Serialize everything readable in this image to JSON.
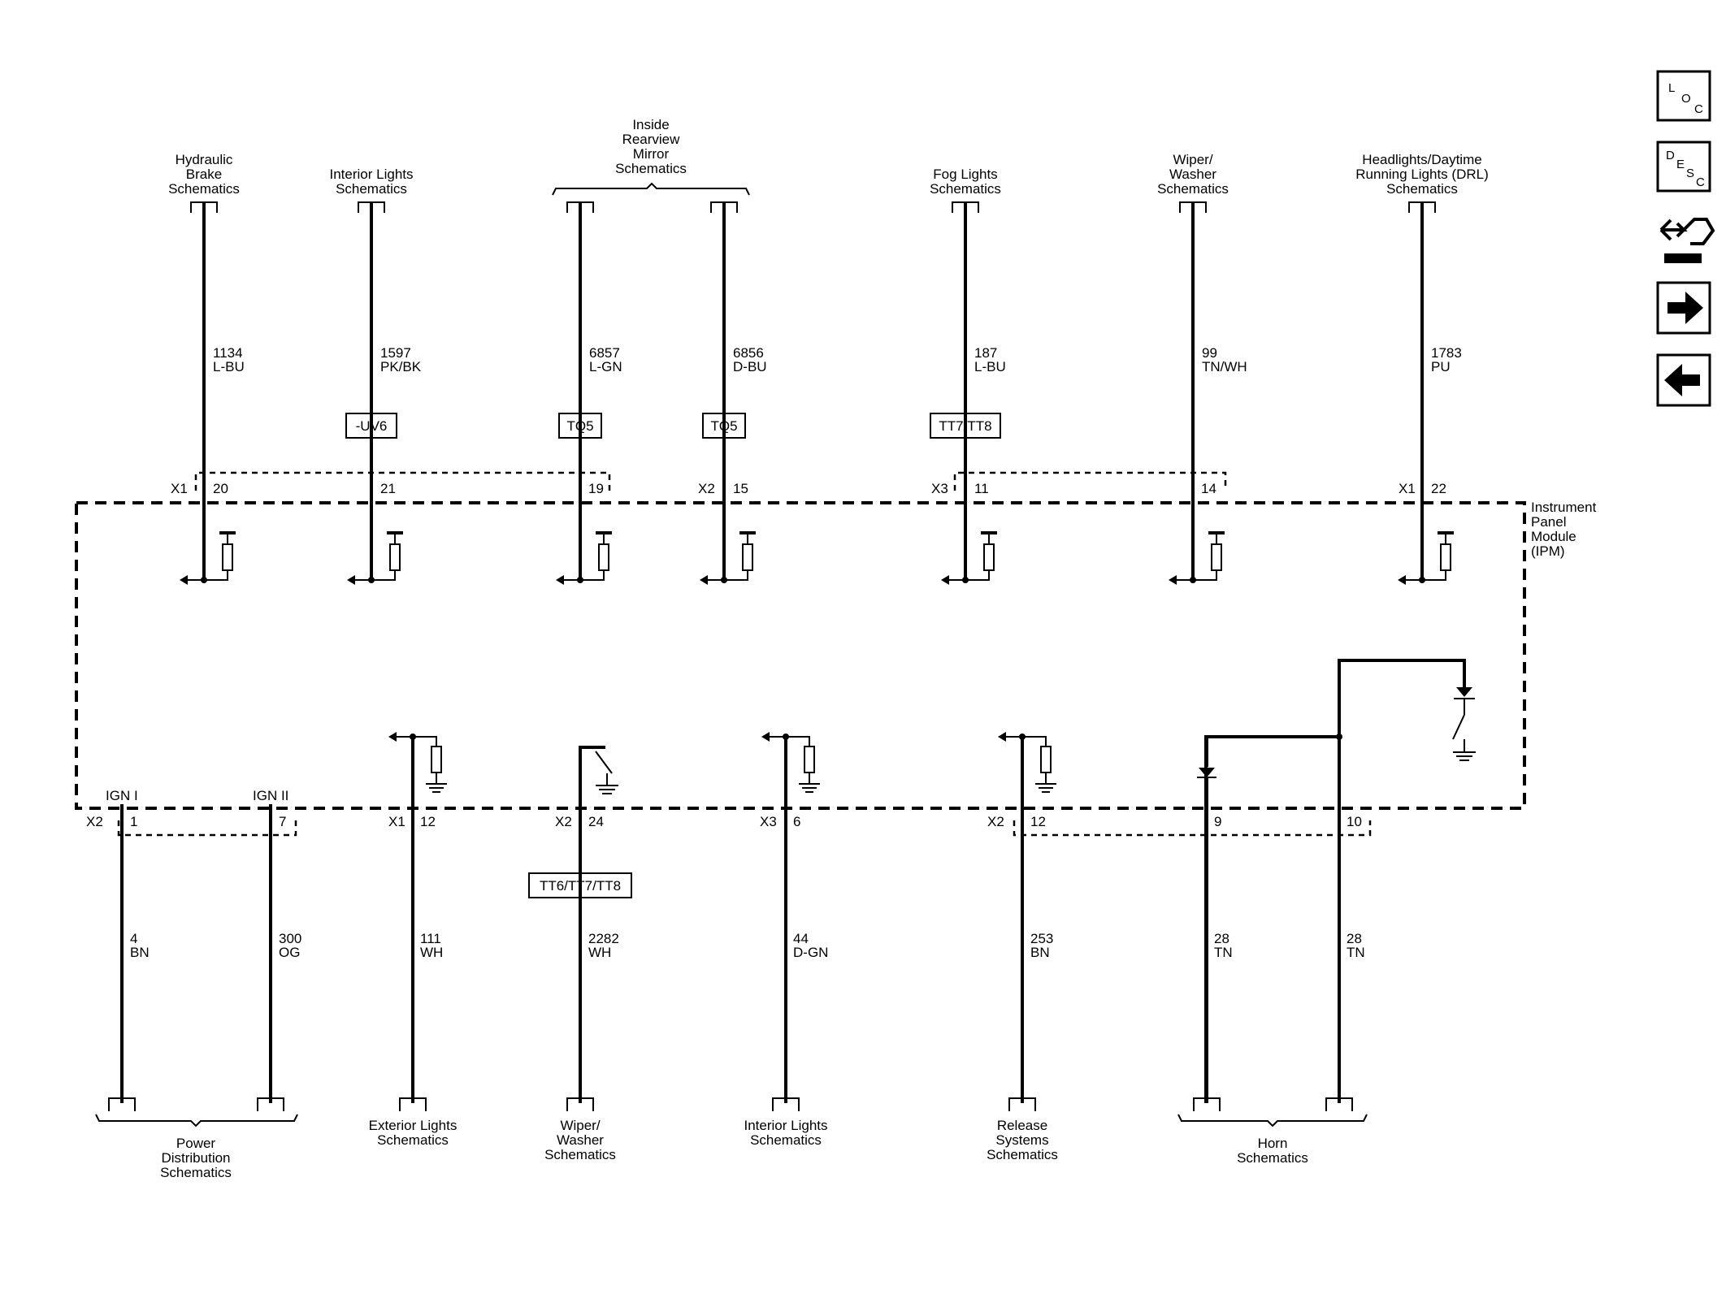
{
  "top_connections": [
    {
      "id": "hyd",
      "label_lines": [
        "Hydraulic",
        "Brake",
        "Schematics"
      ],
      "circuit": "1134",
      "color": "L-BU",
      "option": "",
      "connector": "X1",
      "pin": "20"
    },
    {
      "id": "int",
      "label_lines": [
        "Interior Lights",
        "Schematics"
      ],
      "circuit": "1597",
      "color": "PK/BK",
      "option": "-UV6",
      "connector": "",
      "pin": "21"
    },
    {
      "id": "mir1",
      "label_lines": [],
      "circuit": "6857",
      "color": "L-GN",
      "option": "TQ5",
      "connector": "",
      "pin": "19"
    },
    {
      "id": "mir2",
      "label_lines": [],
      "circuit": "6856",
      "color": "D-BU",
      "option": "TQ5",
      "connector": "X2",
      "pin": "15"
    },
    {
      "id": "fog",
      "label_lines": [
        "Fog Lights",
        "Schematics"
      ],
      "circuit": "187",
      "color": "L-BU",
      "option": "TT7/TT8",
      "connector": "X3",
      "pin": "11"
    },
    {
      "id": "wip",
      "label_lines": [
        "Wiper/",
        "Washer",
        "Schematics"
      ],
      "circuit": "99",
      "color": "TN/WH",
      "option": "",
      "connector": "",
      "pin": "14"
    },
    {
      "id": "head",
      "label_lines": [
        "Headlights/Daytime",
        "Running Lights (DRL)",
        "Schematics"
      ],
      "circuit": "1783",
      "color": "PU",
      "option": "",
      "connector": "X1",
      "pin": "22"
    }
  ],
  "mirror_group_label_lines": [
    "Inside",
    "Rearview",
    "Mirror",
    "Schematics"
  ],
  "module_label_lines": [
    "Instrument",
    "Panel",
    "Module",
    "(IPM)"
  ],
  "bottom_connections": [
    {
      "id": "ign1",
      "label_lines": [],
      "circuit": "4",
      "color": "BN",
      "option": "",
      "connector": "X2",
      "pin": "1",
      "internal": "IGN I"
    },
    {
      "id": "ign2",
      "label_lines": [],
      "circuit": "300",
      "color": "OG",
      "option": "",
      "connector": "",
      "pin": "7",
      "internal": "IGN II"
    },
    {
      "id": "ext",
      "label_lines": [
        "Exterior Lights",
        "Schematics"
      ],
      "circuit": "111",
      "color": "WH",
      "option": "",
      "connector": "X1",
      "pin": "12",
      "internal": ""
    },
    {
      "id": "wip2",
      "label_lines": [
        "Wiper/",
        "Washer",
        "Schematics"
      ],
      "circuit": "2282",
      "color": "WH",
      "option": "TT6/TT7/TT8",
      "connector": "X2",
      "pin": "24",
      "internal": ""
    },
    {
      "id": "int2",
      "label_lines": [
        "Interior Lights",
        "Schematics"
      ],
      "circuit": "44",
      "color": "D-GN",
      "option": "",
      "connector": "X3",
      "pin": "6",
      "internal": ""
    },
    {
      "id": "rel",
      "label_lines": [
        "Release",
        "Systems",
        "Schematics"
      ],
      "circuit": "253",
      "color": "BN",
      "option": "",
      "connector": "X2",
      "pin": "12",
      "internal": ""
    },
    {
      "id": "horn1",
      "label_lines": [],
      "circuit": "28",
      "color": "TN",
      "option": "",
      "connector": "",
      "pin": "9",
      "internal": ""
    },
    {
      "id": "horn2",
      "label_lines": [],
      "circuit": "28",
      "color": "TN",
      "option": "",
      "connector": "",
      "pin": "10",
      "internal": ""
    }
  ],
  "power_group_label_lines": [
    "Power",
    "Distribution",
    "Schematics"
  ],
  "horn_group_label_lines": [
    "Horn",
    "Schematics"
  ],
  "nav": {
    "loc": [
      "L",
      "O",
      "C"
    ],
    "desc": [
      "D",
      "E",
      "S",
      "C"
    ],
    "icons": [
      "connector-end-view-icon",
      "arrow-right-icon",
      "arrow-left-icon"
    ]
  }
}
